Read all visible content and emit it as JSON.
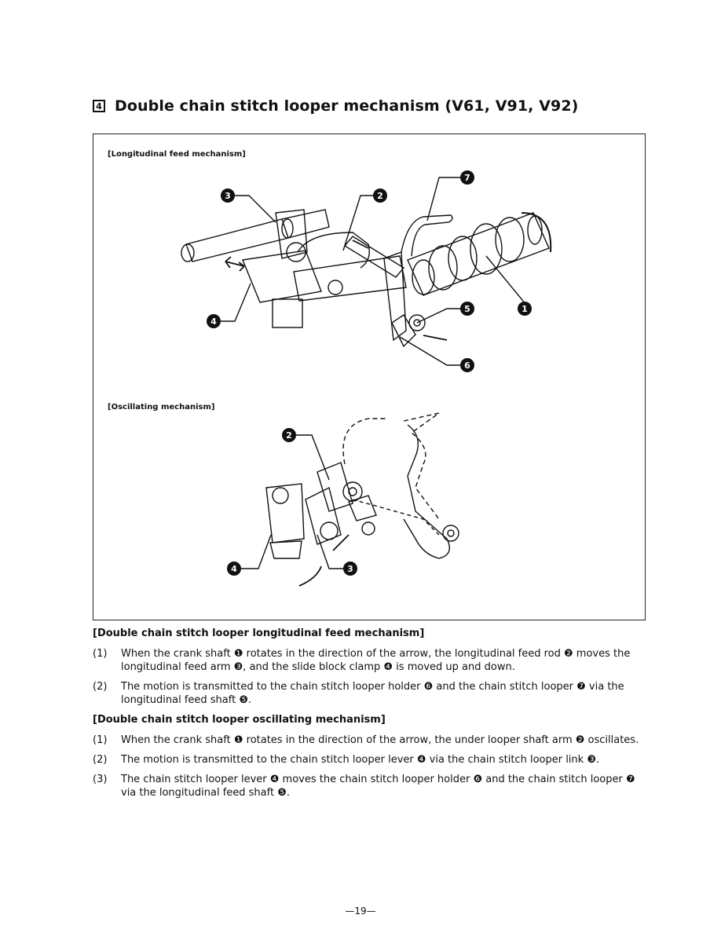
{
  "section": {
    "number": "4",
    "title": "Double chain stitch looper mechanism (V61, V91, V92)"
  },
  "figure": {
    "longitudinal_label": "[Longitudinal feed mechanism]",
    "oscillating_label": "[Oscillating mechanism]",
    "callouts_top": [
      "3",
      "2",
      "7",
      "4",
      "5",
      "1",
      "6"
    ],
    "callouts_bottom": [
      "2",
      "4",
      "3"
    ]
  },
  "longitudinal": {
    "heading": "[Double chain stitch looper longitudinal feed mechanism]",
    "items": [
      {
        "num": "(1)",
        "text": "When the crank shaft ❶ rotates in the direction of the arrow, the longitudinal feed rod ❷ moves the longitudinal feed arm ❸, and the slide block clamp ❹ is moved up and down."
      },
      {
        "num": "(2)",
        "text": "The motion is transmitted to the chain stitch looper holder ❻ and the chain stitch looper ❼ via the longitudinal feed shaft ❺."
      }
    ]
  },
  "oscillating": {
    "heading": "[Double chain stitch looper oscillating mechanism]",
    "items": [
      {
        "num": "(1)",
        "text": "When the crank shaft ❶ rotates in the direction of the arrow, the under looper shaft arm ❷ oscillates."
      },
      {
        "num": "(2)",
        "text": "The motion is transmitted to the chain stitch looper lever ❹ via the chain stitch looper link ❸."
      },
      {
        "num": "(3)",
        "text": "The chain stitch looper lever ❹ moves the chain stitch looper holder ❻ and the chain stitch looper ❼ via the longitudinal feed shaft ❺."
      }
    ]
  },
  "page_number": "—19—"
}
